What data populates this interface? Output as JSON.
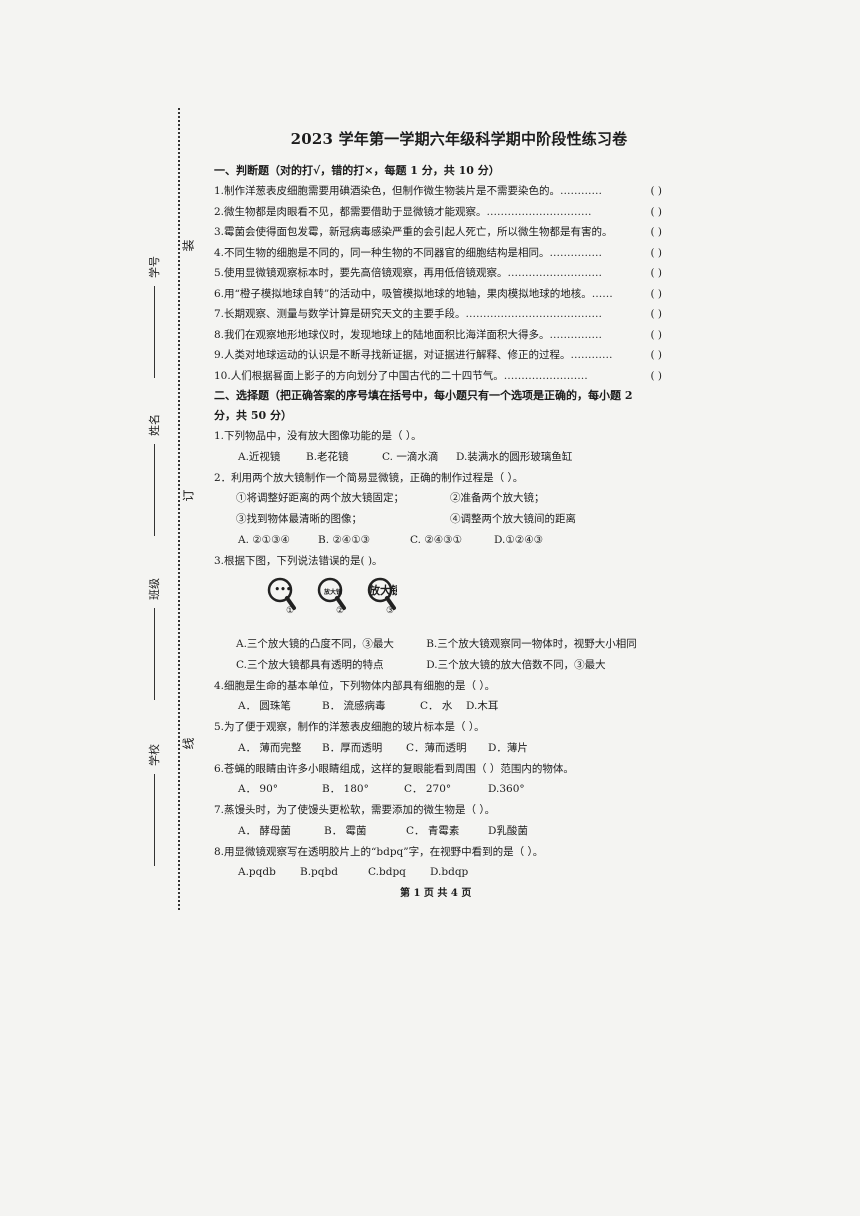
{
  "binding": {
    "zhuang": "装",
    "ding": "订",
    "xian": "线",
    "fields": [
      {
        "label": "学号"
      },
      {
        "label": "姓名"
      },
      {
        "label": "班级"
      },
      {
        "label": "学校"
      }
    ]
  },
  "title": "2023 学年第一学期六年级科学期中阶段性练习卷",
  "section1": {
    "heading": "一、判断题（对的打√，错的打×，每题 1 分，共 10 分）",
    "items": [
      "1.制作洋葱表皮细胞需要用碘酒染色，但制作微生物装片是不需要染色的。…………",
      "2.微生物都是肉眼看不见，都需要借助于显微镜才能观察。…………………………",
      "3.霉菌会使得面包发霉，新冠病毒感染严重的会引起人死亡，所以微生物都是有害的。",
      "4.不同生物的细胞是不同的，同一种生物的不同器官的细胞结构是相同。……………",
      "5.使用显微镜观察标本时，要先高倍镜观察，再用低倍镜观察。………………………",
      "6.用“橙子模拟地球自转”的活动中，吸管模拟地球的地轴，果肉模拟地球的地核。……",
      "7.长期观察、测量与数学计算是研究天文的主要手段。…………………………………",
      "8.我们在观察地形地球仪时，发现地球上的陆地面积比海洋面积大得多。……………",
      "9.人类对地球运动的认识是不断寻找新证据，对证据进行解释、修正的过程。…………",
      "10.人们根据晷面上影子的方向划分了中国古代的二十四节气。……………………"
    ],
    "bracket": "(        )"
  },
  "section2": {
    "heading_line1": "二、选择题（把正确答案的序号填在括号中，每小题只有一个选项是正确的，每小题 2",
    "heading_line2": "分，共 50 分）",
    "q1": {
      "stem": "1.下列物品中，没有放大图像功能的是（  ）。",
      "options": [
        "A.近视镜",
        "B.老花镜",
        "C. 一滴水滴",
        "D.装满水的圆形玻璃鱼缸"
      ]
    },
    "q2": {
      "stem": "2．利用两个放大镜制作一个简易显微镜，正确的制作过程是（  ）。",
      "steps": [
        "①将调整好距离的两个放大镜固定；",
        "②准备两个放大镜；",
        "③找到物体最清晰的图像；",
        "④调整两个放大镜间的距离"
      ],
      "options": [
        "A. ②①③④",
        "B. ②④①③",
        "C. ②④③①",
        "D.①②④③"
      ]
    },
    "q3": {
      "stem": "3.根据下图，下列说法错误的是(     )。",
      "figures": [
        {
          "text": "•••",
          "num": "①"
        },
        {
          "text": "放大镜",
          "num": "②"
        },
        {
          "text": "放大镜",
          "num": "③"
        }
      ],
      "options": [
        "A.三个放大镜的凸度不同，③最大",
        "B.三个放大镜观察同一物体时，视野大小相同",
        "C.三个放大镜都具有透明的特点",
        "D.三个放大镜的放大倍数不同，③最大"
      ]
    },
    "q4": {
      "stem": "4.细胞是生命的基本单位，下列物体内部具有细胞的是（   ）。",
      "options": [
        "A．  圆珠笔",
        "B．  流感病毒",
        "C．  水",
        "D.木耳"
      ]
    },
    "q5": {
      "stem": "5.为了便于观察，制作的洋葱表皮细胞的玻片标本是（   ）。",
      "options": [
        "A．  薄而完整",
        "B．厚而透明",
        "C．薄而透明",
        "D．薄片"
      ]
    },
    "q6": {
      "stem": "6.苍蝇的眼睛由许多小眼睛组成，这样的复眼能看到周围（   ）范围内的物体。",
      "options": [
        "A．  90°",
        "B．  180°",
        "C．  270°",
        "D.360°"
      ]
    },
    "q7": {
      "stem": "7.蒸馒头时，为了使馒头更松软，需要添加的微生物是（   ）。",
      "options": [
        "A．    酵母菌",
        "B．  霉菌",
        "C．  青霉素",
        "D乳酸菌"
      ]
    },
    "q8": {
      "stem": "8.用显微镜观察写在透明胶片上的“bdpq”字，在视野中看到的是（   ）。",
      "options": [
        "A.pqdb",
        "B.pqbd",
        "C.bdpq",
        "D.bdqp"
      ]
    }
  },
  "footer": "第 1 页 共 4 页"
}
